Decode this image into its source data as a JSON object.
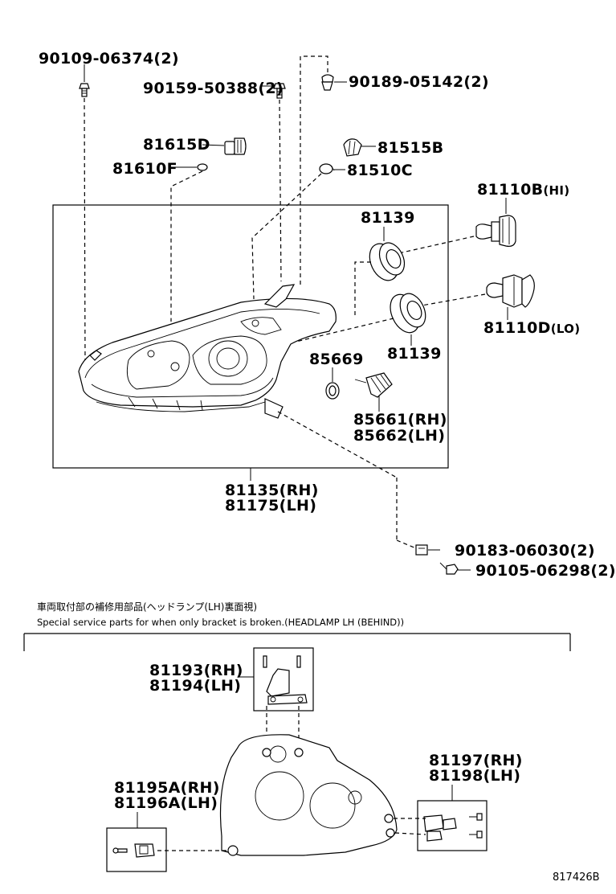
{
  "parts": {
    "screw_90109": "90109-06374(2)",
    "screw_90159": "90159-50388(2)",
    "clip_90189": "90189-05142(2)",
    "bulb_81615D": "81615D",
    "bulb_81610F": "81610F",
    "socket_81515B": "81515B",
    "bulb_81510C": "81510C",
    "bulb_81110B": "81110B",
    "bulb_81110B_sfx": "(HI)",
    "cover_81139_upper": "81139",
    "cover_81139_lower": "81139",
    "bulb_81110D": "81110D",
    "bulb_81110D_sfx": "(LO)",
    "gasket_85669": "85669",
    "connector_rh": "85661(RH)",
    "connector_lh": "85662(LH)",
    "headlamp_rh": "81135(RH)",
    "headlamp_lh": "81175(LH)",
    "nut_90183": "90183-06030(2)",
    "screw_90105": "90105-06298(2)"
  },
  "service": {
    "title_jp": "車両取付部の補修用部品(ヘッドランプ(LH)裏面視)",
    "title_en": "Special service parts for when only bracket is broken.(HEADLAMP LH (BEHIND))",
    "bracket_top_rh": "81193(RH)",
    "bracket_top_lh": "81194(LH)",
    "bracket_right_rh": "81197(RH)",
    "bracket_right_lh": "81198(LH)",
    "bracket_left_rh": "81195A(RH)",
    "bracket_left_lh": "81196A(LH)"
  },
  "diagram_code": "817426B"
}
